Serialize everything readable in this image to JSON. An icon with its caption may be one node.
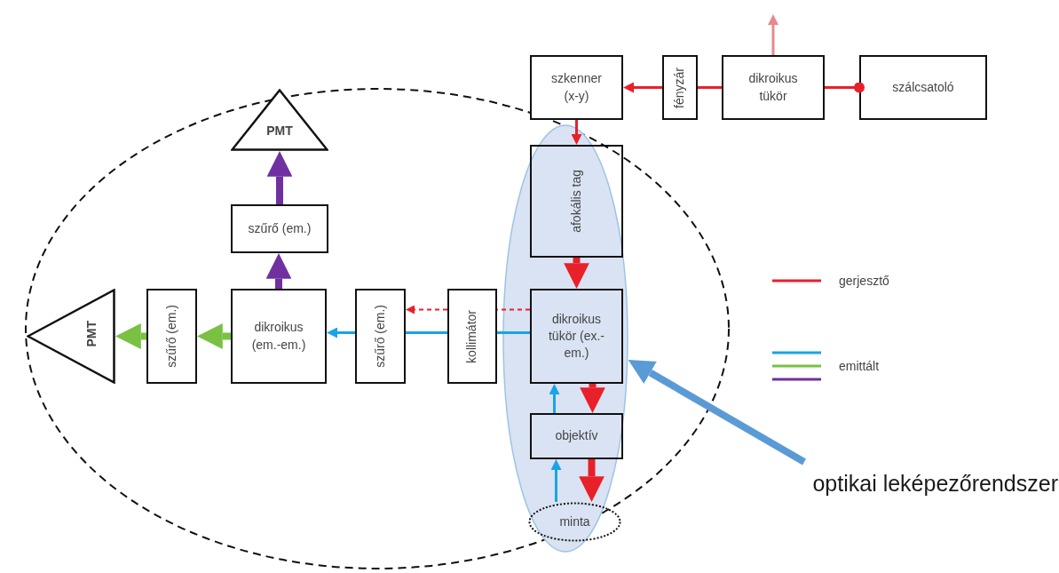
{
  "diagram": {
    "nodes": [
      {
        "text": [
          "szkenner (x-y)"
        ]
      },
      {
        "text": [
          "fényzár"
        ]
      },
      {
        "text": [
          "dikroikus tükör"
        ]
      },
      {
        "text": [
          "szálcsatoló"
        ]
      },
      {
        "text": [
          "PMT"
        ]
      },
      {
        "text": [],
        "shape": "ellipse"
      },
      {
        "text": [
          "afokális tag"
        ],
        "in": 5
      },
      {
        "text": [
          "szűrő (em.)"
        ]
      },
      {
        "text": [
          "PMT"
        ]
      },
      {
        "text": [
          "szűrő (em.)"
        ]
      },
      {
        "text": [
          "dikroikus (em.-em.)"
        ]
      },
      {
        "text": [
          "szűrő (em.)"
        ]
      },
      {
        "text": [
          "kollimátor"
        ]
      },
      {
        "text": [
          "dikroikus tükör (ex.-em.)"
        ],
        "in": 5
      },
      {
        "text": [
          "objektív"
        ],
        "in": 5
      },
      {
        "text": [
          "minta"
        ],
        "in": 5
      },
      {
        "text": [
          "optikai leképezőrendszer"
        ]
      }
    ],
    "edges": [
      {
        "from": 1,
        "to": 0,
        "arrow": "to"
      },
      {
        "from": 2,
        "to": 1,
        "arrow": "none"
      },
      {
        "from": 3,
        "to": 2,
        "arrow": "other"
      },
      {
        "from": 2,
        "to": null,
        "arrow": "to",
        "color": "#e8898f"
      },
      {
        "from": 0,
        "to": 6,
        "arrow": "to"
      },
      {
        "from": 6,
        "to": 13,
        "arrow": "to",
        "style": "thick"
      },
      {
        "from": 13,
        "to": 14,
        "arrow": "to",
        "style": "thick"
      },
      {
        "from": 14,
        "to": 15,
        "arrow": "to",
        "style": "thick"
      },
      {
        "from": 15,
        "to": 14,
        "arrow": "to",
        "color": "#1aa3e8"
      },
      {
        "from": 14,
        "to": 13,
        "arrow": "to",
        "color": "#1aa3e8"
      },
      {
        "from": 13,
        "to": 12,
        "arrow": "none",
        "color": "#1aa3e8"
      },
      {
        "from": 12,
        "to": 11,
        "arrow": "none",
        "color": "#1aa3e8"
      },
      {
        "from": 11,
        "to": 10,
        "arrow": "to",
        "color": "#1aa3e8"
      },
      {
        "from": 13,
        "to": 12,
        "arrow": "none",
        "style": "dashed"
      },
      {
        "from": 12,
        "to": 11,
        "arrow": "to",
        "style": "dashed"
      },
      {
        "from": 10,
        "to": 7,
        "arrow": "to",
        "style": "thick",
        "color": "#7030a0"
      },
      {
        "from": 7,
        "to": 4,
        "arrow": "to",
        "style": "thick",
        "color": "#7030a0"
      },
      {
        "from": 10,
        "to": 9,
        "arrow": "to",
        "style": "thick",
        "color": "#7ac143"
      },
      {
        "from": 9,
        "to": 8,
        "arrow": "to",
        "style": "thick",
        "color": "#7ac143"
      },
      {
        "from": 16,
        "to": 5,
        "arrow": "to",
        "style": "thick",
        "color": "#5b9bd5"
      }
    ],
    "legend": [
      {
        "text": "gerjesztő"
      },
      {
        "text": "emittált"
      }
    ]
  }
}
